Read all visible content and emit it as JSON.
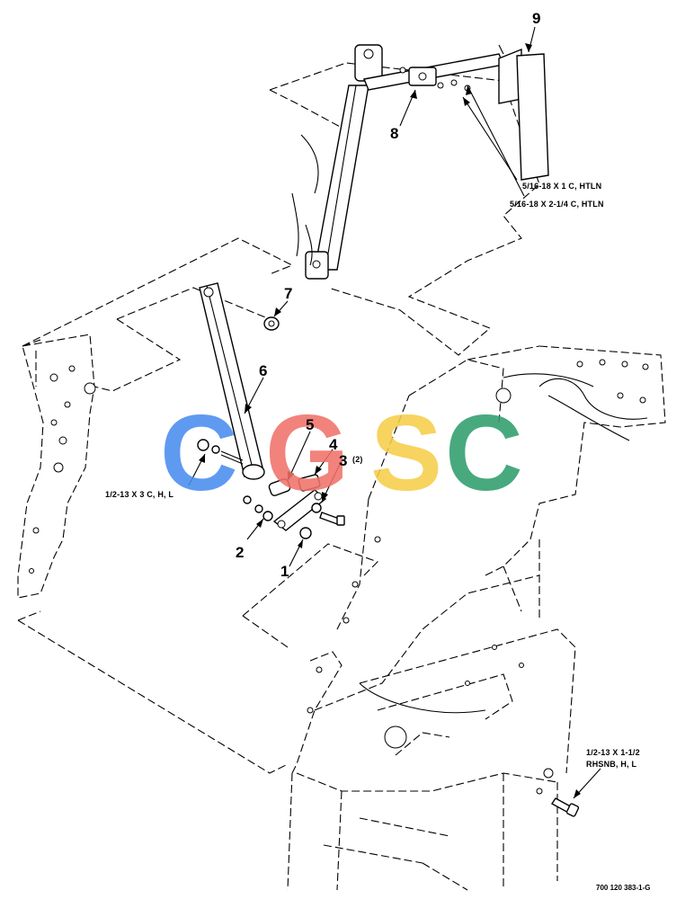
{
  "callouts": {
    "c1": "1",
    "c2": "2",
    "c3": "3",
    "c3_qty": "(2)",
    "c4": "4",
    "c5": "5",
    "c6": "6",
    "c7": "7",
    "c8": "8",
    "c9": "9"
  },
  "hardware": {
    "bolt_a": "5/16-18 X 1 C, HTLN",
    "bolt_b": "5/16-18 X 2-1/4 C, HTLN",
    "bolt_c": "1/2-13 X 3 C, H, L",
    "bolt_d_line1": "1/2-13 X 1-1/2",
    "bolt_d_line2": "RHSNB, H, L"
  },
  "document_number": "700 120 383-1-G",
  "watermark": {
    "letters": [
      "C",
      "G",
      "S",
      "C"
    ],
    "colors": [
      "#4a8df0",
      "#f0726a",
      "#f6cd4a",
      "#2f9e6e"
    ]
  }
}
